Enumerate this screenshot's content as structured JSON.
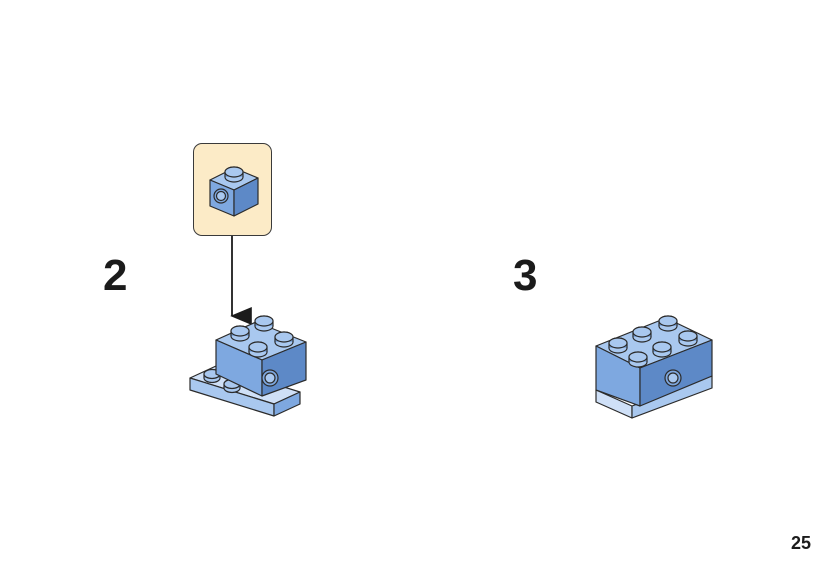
{
  "steps": [
    {
      "number": "2"
    },
    {
      "number": "3"
    }
  ],
  "page": {
    "number": "25"
  },
  "colors": {
    "brick_top": "#a9c8ef",
    "brick_front": "#7ea8e0",
    "brick_side": "#5d89c7",
    "plate_light": "#cfe0f7",
    "outline": "#2b2b2b",
    "callout_bg": "#fcebc7"
  }
}
